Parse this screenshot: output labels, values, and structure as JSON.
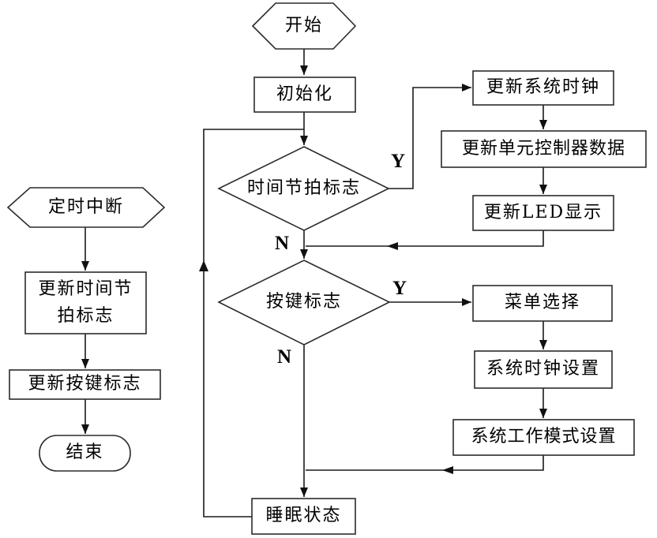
{
  "flowchart": {
    "title": "system-main-flow",
    "nodes": {
      "start": {
        "label": "开始"
      },
      "init": {
        "label": "初始化"
      },
      "tick_decision": {
        "label": "时间节拍标志"
      },
      "update_clock": {
        "label": "更新系统时钟"
      },
      "update_unit": {
        "label": "更新单元控制器数据"
      },
      "update_led": {
        "label": "更新LED显示"
      },
      "key_decision": {
        "label": "按键标志"
      },
      "menu_select": {
        "label": "菜单选择"
      },
      "clock_setting": {
        "label": "系统时钟设置"
      },
      "mode_setting": {
        "label": "系统工作模式设置"
      },
      "sleep": {
        "label": "睡眠状态"
      },
      "timer_interrupt": {
        "label": "定时中断"
      },
      "update_tick_flag": {
        "label": "更新时间节拍标志"
      },
      "update_key_flag": {
        "label": "更新按键标志"
      },
      "end": {
        "label": "结束"
      }
    },
    "branches": {
      "tick_yes": "Y",
      "tick_no": "N",
      "key_yes": "Y",
      "key_no": "N"
    }
  },
  "colors": {
    "background": "#ffffff",
    "stroke": "#2b2b2b",
    "text": "#000000"
  }
}
